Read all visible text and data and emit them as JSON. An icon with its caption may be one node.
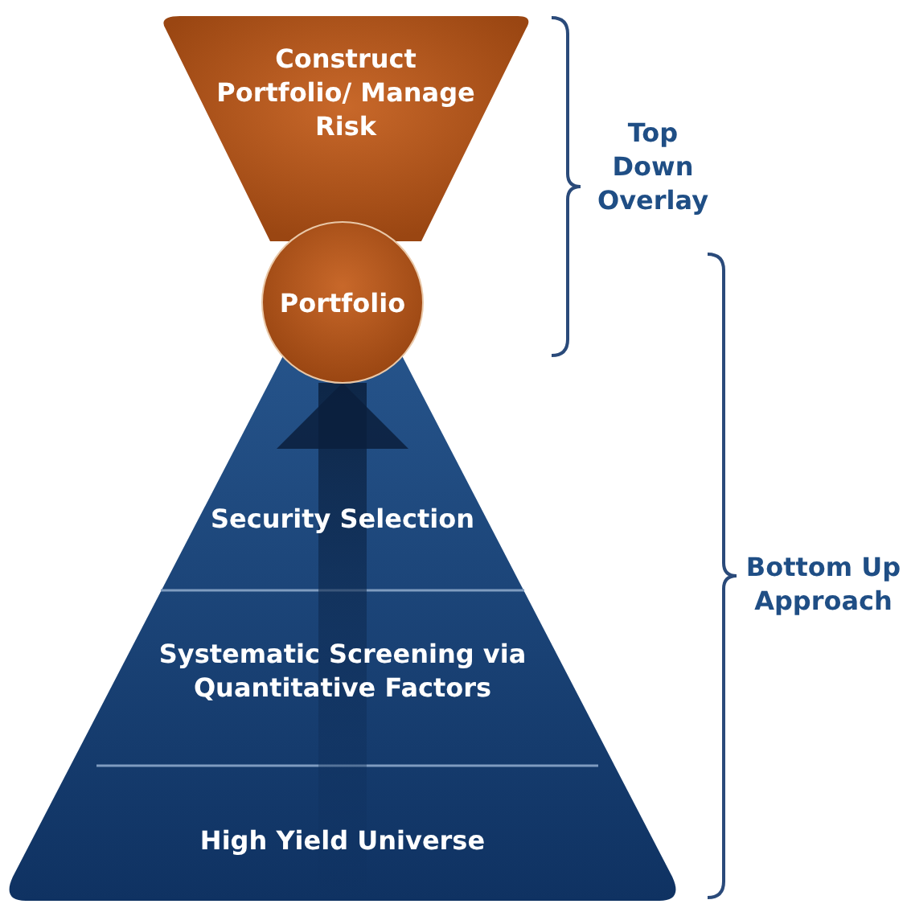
{
  "diagram": {
    "nodes": [
      {
        "text": [
          "Construct Portfolio/ Manage Risk"
        ]
      },
      {
        "text": [
          "Portfolio"
        ]
      },
      {
        "text": [
          "Security Selection"
        ]
      },
      {
        "text": [
          "Systematic Screening via Quantitative Factors"
        ]
      },
      {
        "text": [
          "High Yield Universe"
        ]
      }
    ],
    "edges": [
      {
        "from": 4,
        "to": 1,
        "arrow": "to"
      }
    ],
    "labels": [
      "Top Down Overlay",
      "Bottom Up Approach"
    ]
  }
}
